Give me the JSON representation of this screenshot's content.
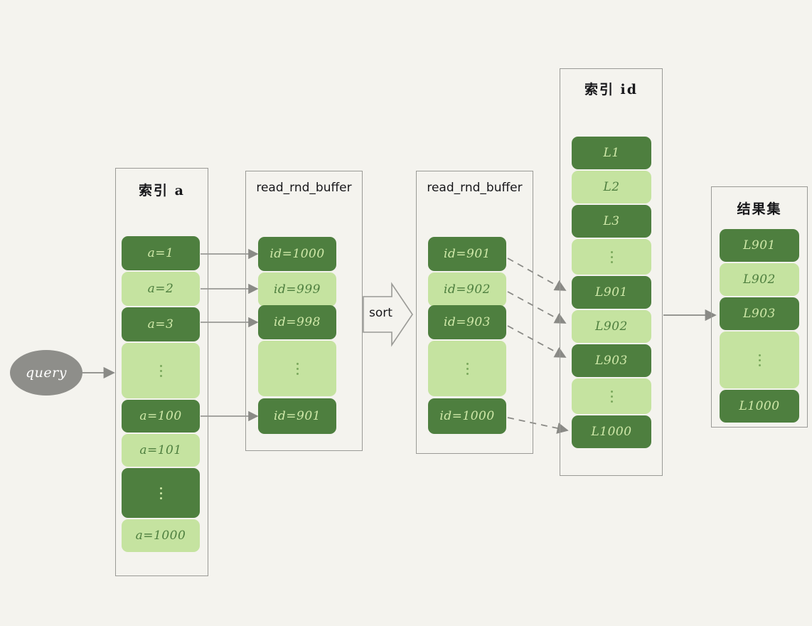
{
  "diagram": {
    "title_hint": "MySQL index a lookup with read_rnd_buffer sort and id index back-lookup",
    "background_color": "#f4f3ee",
    "colors": {
      "dark_green": "#4e7f3f",
      "light_green": "#c5e3a0",
      "dark_text": "#cfe8a8",
      "light_text": "#4e7f3f",
      "border_gray": "#9a9a96",
      "bubble_gray": "#8e8e8a",
      "arrow_gray": "#8a8a86"
    }
  },
  "query_node": {
    "label": "query"
  },
  "sort_arrow": {
    "label": "sort"
  },
  "panels": [
    {
      "id": "index-a",
      "title": "索引 a",
      "title_kind": "cn",
      "cells": [
        {
          "label": "a=1",
          "tone": "dark",
          "ellipsis": false
        },
        {
          "label": "a=2",
          "tone": "light",
          "ellipsis": false
        },
        {
          "label": "a=3",
          "tone": "dark",
          "ellipsis": false
        },
        {
          "label": "",
          "tone": "light",
          "ellipsis": true
        },
        {
          "label": "a=100",
          "tone": "dark",
          "ellipsis": false
        },
        {
          "label": "a=101",
          "tone": "light",
          "ellipsis": false
        },
        {
          "label": "",
          "tone": "dark",
          "ellipsis": true
        },
        {
          "label": "a=1000",
          "tone": "light",
          "ellipsis": false
        }
      ]
    },
    {
      "id": "read-rnd-buffer-unsorted",
      "title": "read_rnd_buffer",
      "title_kind": "en",
      "cells": [
        {
          "label": "id=1000",
          "tone": "dark",
          "ellipsis": false
        },
        {
          "label": "id=999",
          "tone": "light",
          "ellipsis": false
        },
        {
          "label": "id=998",
          "tone": "dark",
          "ellipsis": false
        },
        {
          "label": "",
          "tone": "light",
          "ellipsis": true
        },
        {
          "label": "id=901",
          "tone": "dark",
          "ellipsis": false
        }
      ]
    },
    {
      "id": "read-rnd-buffer-sorted",
      "title": "read_rnd_buffer",
      "title_kind": "en",
      "cells": [
        {
          "label": "id=901",
          "tone": "dark",
          "ellipsis": false
        },
        {
          "label": "id=902",
          "tone": "light",
          "ellipsis": false
        },
        {
          "label": "id=903",
          "tone": "dark",
          "ellipsis": false
        },
        {
          "label": "",
          "tone": "light",
          "ellipsis": true
        },
        {
          "label": "id=1000",
          "tone": "dark",
          "ellipsis": false
        }
      ]
    },
    {
      "id": "index-id",
      "title": "索引 id",
      "title_kind": "cn",
      "cells": [
        {
          "label": "L1",
          "tone": "dark",
          "ellipsis": false
        },
        {
          "label": "L2",
          "tone": "light",
          "ellipsis": false
        },
        {
          "label": "L3",
          "tone": "dark",
          "ellipsis": false
        },
        {
          "label": "",
          "tone": "light",
          "ellipsis": true
        },
        {
          "label": "L901",
          "tone": "dark",
          "ellipsis": false
        },
        {
          "label": "L902",
          "tone": "light",
          "ellipsis": false
        },
        {
          "label": "L903",
          "tone": "dark",
          "ellipsis": false
        },
        {
          "label": "",
          "tone": "light",
          "ellipsis": true
        },
        {
          "label": "L1000",
          "tone": "dark",
          "ellipsis": false
        }
      ]
    },
    {
      "id": "result-set",
      "title": "结果集",
      "title_kind": "cn",
      "cells": [
        {
          "label": "L901",
          "tone": "dark",
          "ellipsis": false
        },
        {
          "label": "L902",
          "tone": "light",
          "ellipsis": false
        },
        {
          "label": "L903",
          "tone": "dark",
          "ellipsis": false
        },
        {
          "label": "",
          "tone": "light",
          "ellipsis": true
        },
        {
          "label": "L1000",
          "tone": "dark",
          "ellipsis": false
        }
      ]
    }
  ]
}
